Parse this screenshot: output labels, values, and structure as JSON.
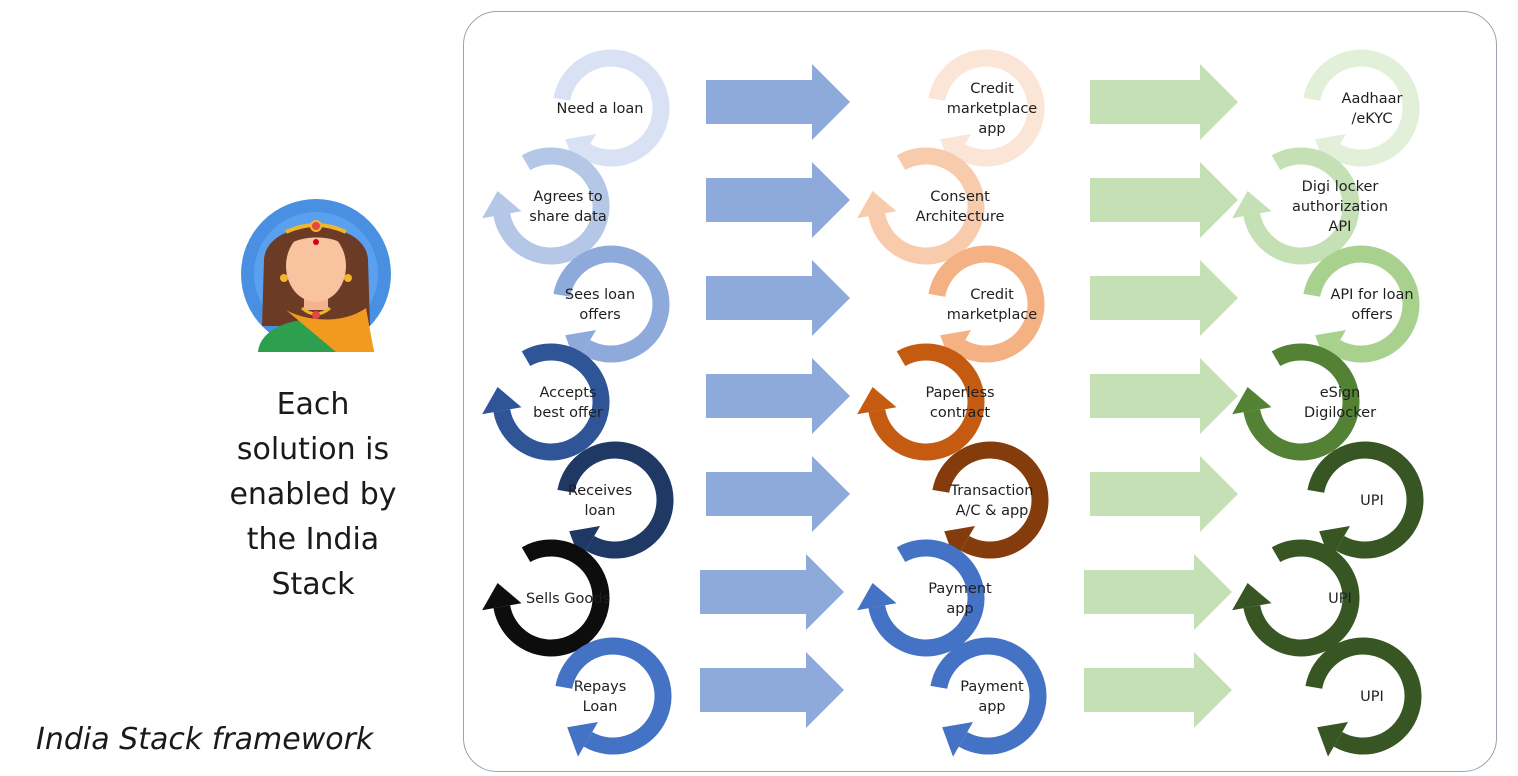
{
  "tagline": [
    "Each",
    "solution is",
    "enabled by",
    "the India",
    "Stack"
  ],
  "caption": "India Stack framework",
  "colors": {
    "frame_border": "#9aa3ad",
    "arrow_blue": "#8eaadb",
    "arrow_green": "#c5e0b4"
  },
  "columns": [
    {
      "id": "user-journey",
      "steps": [
        {
          "label": [
            "Need a loan"
          ],
          "color": "#d8e2f4"
        },
        {
          "label": [
            "Agrees to",
            "share data"
          ],
          "color": "#b4c7e7"
        },
        {
          "label": [
            "Sees loan",
            "offers"
          ],
          "color": "#8eaadb"
        },
        {
          "label": [
            "Accepts",
            "best offer"
          ],
          "color": "#2f5597"
        },
        {
          "label": [
            "Receives",
            "loan"
          ],
          "color": "#1f3864"
        },
        {
          "label": [
            "Sells Goods"
          ],
          "color": "#0d0d0d"
        },
        {
          "label": [
            "Repays",
            "Loan"
          ],
          "color": "#4472c4"
        }
      ]
    },
    {
      "id": "solutions",
      "steps": [
        {
          "label": [
            "Credit",
            "marketplace",
            "app"
          ],
          "color": "#fbe5d6"
        },
        {
          "label": [
            "Consent",
            "Architecture"
          ],
          "color": "#f8cbad"
        },
        {
          "label": [
            "Credit",
            "marketplace"
          ],
          "color": "#f4b183"
        },
        {
          "label": [
            "Paperless",
            "contract"
          ],
          "color": "#c55a11"
        },
        {
          "label": [
            "Transaction",
            "A/C & app"
          ],
          "color": "#843c0c"
        },
        {
          "label": [
            "Payment",
            "app"
          ],
          "color": "#4472c4"
        },
        {
          "label": [
            "Payment",
            "app"
          ],
          "color": "#4472c4"
        }
      ]
    },
    {
      "id": "india-stack",
      "steps": [
        {
          "label": [
            "Aadhaar",
            "/eKYC"
          ],
          "color": "#e2f0d9"
        },
        {
          "label": [
            "Digi locker",
            "authorization",
            "API"
          ],
          "color": "#c5e0b4"
        },
        {
          "label": [
            "API for loan",
            "offers"
          ],
          "color": "#a9d18e"
        },
        {
          "label": [
            "eSign",
            "Digilocker"
          ],
          "color": "#548235"
        },
        {
          "label": [
            "UPI"
          ],
          "color": "#375623"
        },
        {
          "label": [
            "UPI"
          ],
          "color": "#375623"
        },
        {
          "label": [
            "UPI"
          ],
          "color": "#375623"
        }
      ]
    }
  ],
  "connectors": [
    {
      "from": "user-journey",
      "to": "solutions",
      "color": "#8eaadb",
      "count": 7
    },
    {
      "from": "solutions",
      "to": "india-stack",
      "color": "#c5e0b4",
      "count": 7
    }
  ]
}
